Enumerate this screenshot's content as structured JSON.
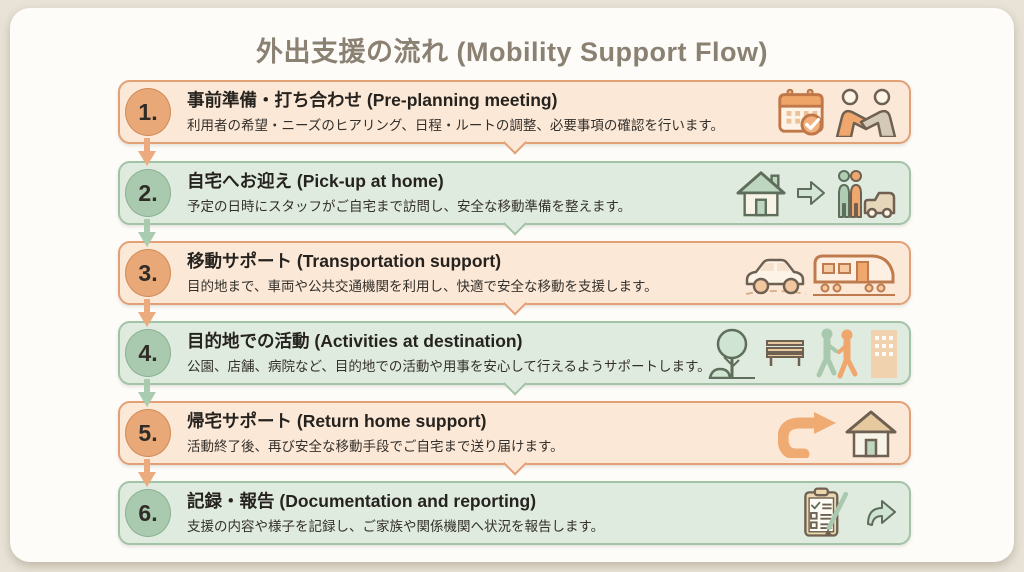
{
  "title": "外出支援の流れ (Mobility Support Flow)",
  "palette": {
    "page_background": "#e9e3d7",
    "panel_background": "#fdfcf8",
    "title_color": "#8b8173",
    "peach_card_bg": "#fce8d7",
    "peach_card_border": "#e2a077",
    "peach_badge": "#e9a877",
    "green_card_bg": "#e0ebdf",
    "green_card_border": "#a2c3a8",
    "green_badge": "#a9caae",
    "text_color": "#26231f"
  },
  "steps": [
    {
      "number": "1.",
      "title": "事前準備・打ち合わせ (Pre-planning meeting)",
      "description": "利用者の希望・ニーズのヒアリング、日程・ルートの調整、必要事項の確認を行います。",
      "theme": "peach",
      "icons": [
        "calendar-check-icon",
        "handshake-icon"
      ]
    },
    {
      "number": "2.",
      "title": "自宅へお迎え (Pick-up at home)",
      "description": "予定の日時にスタッフがご自宅まで訪問し、安全な移動準備を整えます。",
      "theme": "green",
      "icons": [
        "house-icon",
        "arrow-right-icon",
        "people-van-icon"
      ]
    },
    {
      "number": "3.",
      "title": "移動サポート (Transportation support)",
      "description": "目的地まで、車両や公共交通機関を利用し、快適で安全な移動を支援します。",
      "theme": "peach",
      "icons": [
        "car-icon",
        "train-icon"
      ]
    },
    {
      "number": "4.",
      "title": "目的地での活動 (Activities at destination)",
      "description": "公園、店舗、病院など、目的地での活動や用事を安心して行えるようサポートします。",
      "theme": "green",
      "icons": [
        "park-tree-icon",
        "bench-icon",
        "walking-people-icon",
        "building-icon"
      ]
    },
    {
      "number": "5.",
      "title": "帰宅サポート (Return home support)",
      "description": "活動終了後、再び安全な移動手段でご自宅まで送り届けます。",
      "theme": "peach",
      "icons": [
        "return-arrow-icon",
        "home-icon"
      ]
    },
    {
      "number": "6.",
      "title": "記録・報告 (Documentation and reporting)",
      "description": "支援の内容や様子を記録し、ご家族や関係機関へ状況を報告します。",
      "theme": "green",
      "icons": [
        "clipboard-pen-icon",
        "share-arrow-icon"
      ]
    }
  ]
}
